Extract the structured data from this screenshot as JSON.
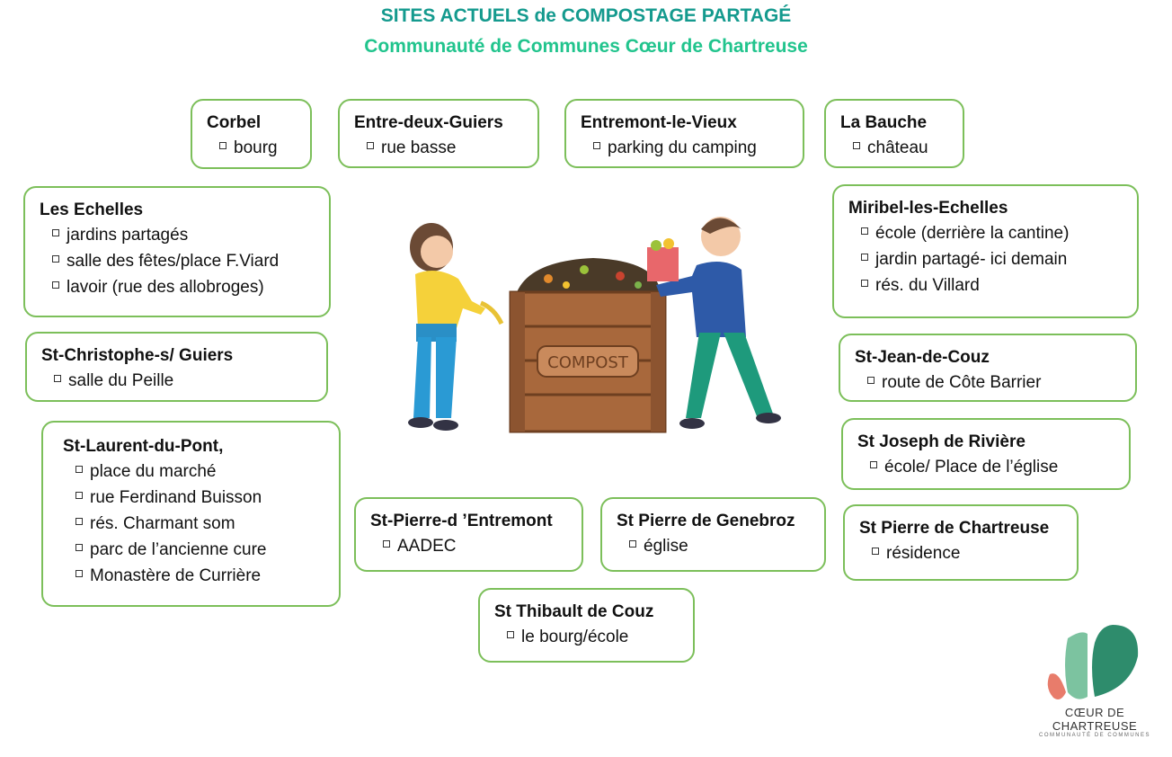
{
  "header": {
    "title": "SITES ACTUELS de COMPOSTAGE PARTAGÉ",
    "subtitle": "Communauté de Communes Cœur de Chartreuse"
  },
  "sites": [
    {
      "commune": "Corbel",
      "locations": [
        "bourg"
      ]
    },
    {
      "commune": "Entre-deux-Guiers",
      "locations": [
        "rue basse"
      ]
    },
    {
      "commune": "Entremont-le-Vieux",
      "locations": [
        "parking du camping"
      ]
    },
    {
      "commune": "La Bauche",
      "locations": [
        "château"
      ]
    },
    {
      "commune": "Les Echelles",
      "locations": [
        "jardins partagés",
        "salle des fêtes/place F.Viard",
        "lavoir (rue des allobroges)"
      ]
    },
    {
      "commune": "Miribel-les-Echelles",
      "locations": [
        "école (derrière la cantine)",
        "jardin partagé- ici demain",
        "rés. du Villard"
      ]
    },
    {
      "commune": "St-Christophe-s/ Guiers",
      "locations": [
        "salle du Peille"
      ]
    },
    {
      "commune": "St-Jean-de-Couz",
      "locations": [
        "route de Côte Barrier"
      ]
    },
    {
      "commune": "St-Laurent-du-Pont,",
      "locations": [
        "place du marché",
        "rue Ferdinand Buisson",
        "rés. Charmant som",
        "parc de l’ancienne cure",
        "Monastère de Currière"
      ]
    },
    {
      "commune": "St Joseph de Rivière",
      "locations": [
        "école/ Place de l’église"
      ]
    },
    {
      "commune": "St-Pierre-d ’Entremont",
      "locations": [
        "AADEC"
      ]
    },
    {
      "commune": "St Pierre de Genebroz",
      "locations": [
        "église"
      ]
    },
    {
      "commune": "St Pierre de Chartreuse",
      "locations": [
        "résidence"
      ]
    },
    {
      "commune": "St Thibault de Couz",
      "locations": [
        "le bourg/école"
      ]
    }
  ],
  "illustration": {
    "bin_label": "COMPOST"
  },
  "logo": {
    "name": "CŒUR DE CHARTREUSE",
    "tagline": "COMMUNAUTÉ DE COMMUNES"
  },
  "colors": {
    "title": "#149a8e",
    "subtitle": "#21c48d",
    "border": "#7cbf5a"
  }
}
